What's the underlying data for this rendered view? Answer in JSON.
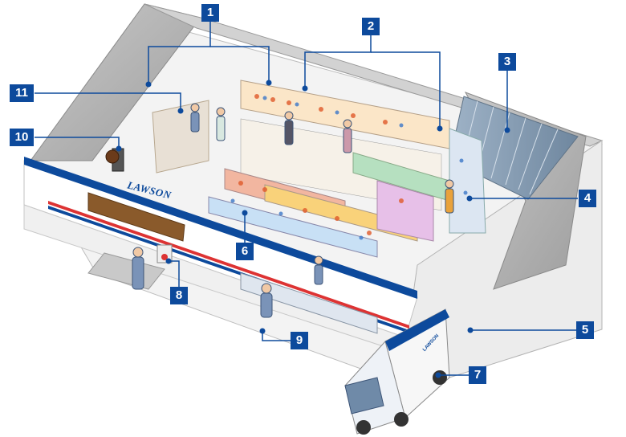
{
  "store": {
    "sign_text": "LAWSON",
    "truck_text": "LAWSON"
  },
  "colors": {
    "callout": "#0d4a9c",
    "brand_blue": "#0d4a9c",
    "wall": "#e9e9e9",
    "roof": "#b7b7b7",
    "leader": "#0d4a9c"
  },
  "callouts": [
    {
      "id": "1",
      "label": "1"
    },
    {
      "id": "2",
      "label": "2"
    },
    {
      "id": "3",
      "label": "3"
    },
    {
      "id": "4",
      "label": "4"
    },
    {
      "id": "5",
      "label": "5"
    },
    {
      "id": "6",
      "label": "6"
    },
    {
      "id": "7",
      "label": "7"
    },
    {
      "id": "8",
      "label": "8"
    },
    {
      "id": "9",
      "label": "9"
    },
    {
      "id": "10",
      "label": "10"
    },
    {
      "id": "11",
      "label": "11"
    }
  ]
}
